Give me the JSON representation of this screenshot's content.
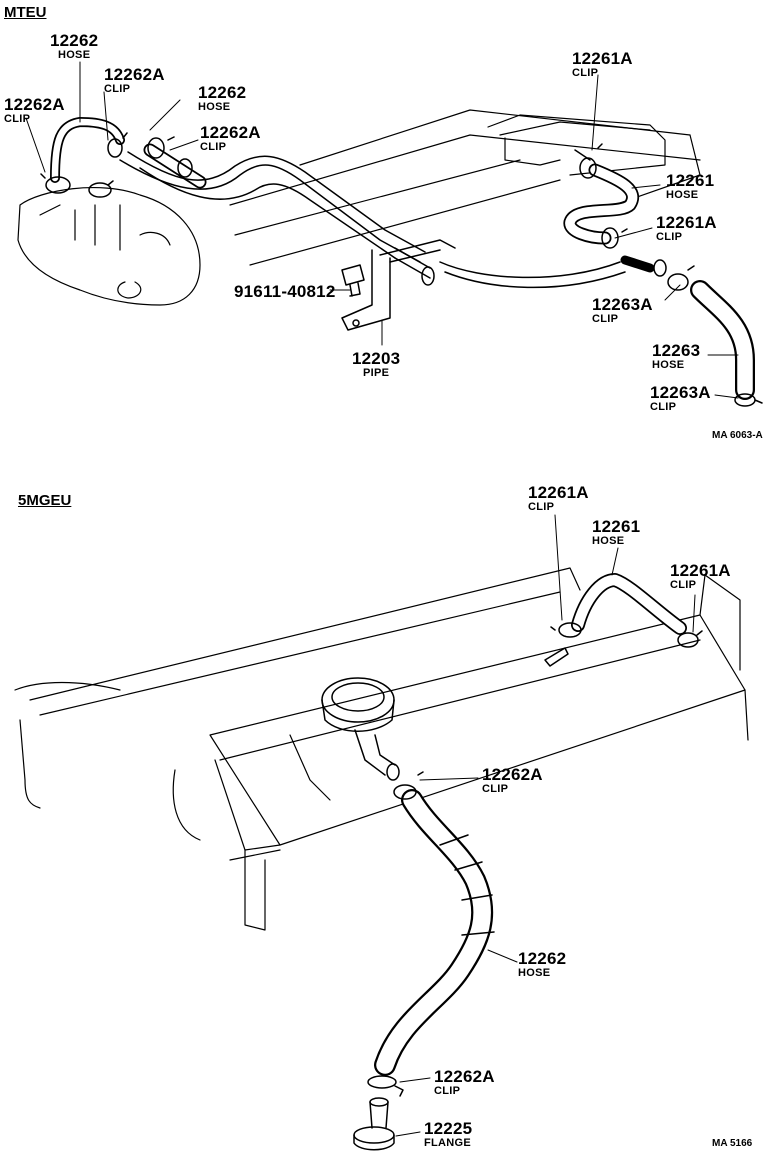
{
  "sections": {
    "top": {
      "title": "MTEU",
      "code": "MA 6063-A",
      "callouts": [
        {
          "part": "12262",
          "name": "HOSE"
        },
        {
          "part": "12262A",
          "name": "CLIP"
        },
        {
          "part": "12262A",
          "name": "CLIP"
        },
        {
          "part": "12262",
          "name": "HOSE"
        },
        {
          "part": "12262A",
          "name": "CLIP"
        },
        {
          "part": "91611-40812",
          "name": ""
        },
        {
          "part": "12203",
          "name": "PIPE"
        },
        {
          "part": "12261A",
          "name": "CLIP"
        },
        {
          "part": "12261",
          "name": "HOSE"
        },
        {
          "part": "12261A",
          "name": "CLIP"
        },
        {
          "part": "12263A",
          "name": "CLIP"
        },
        {
          "part": "12263",
          "name": "HOSE"
        },
        {
          "part": "12263A",
          "name": "CLIP"
        }
      ]
    },
    "bottom": {
      "title": "5MGEU",
      "code": "MA 5166",
      "callouts": [
        {
          "part": "12261A",
          "name": "CLIP"
        },
        {
          "part": "12261",
          "name": "HOSE"
        },
        {
          "part": "12261A",
          "name": "CLIP"
        },
        {
          "part": "12262A",
          "name": "CLIP"
        },
        {
          "part": "12262",
          "name": "HOSE"
        },
        {
          "part": "12262A",
          "name": "CLIP"
        },
        {
          "part": "12225",
          "name": "FLANGE"
        }
      ]
    }
  }
}
